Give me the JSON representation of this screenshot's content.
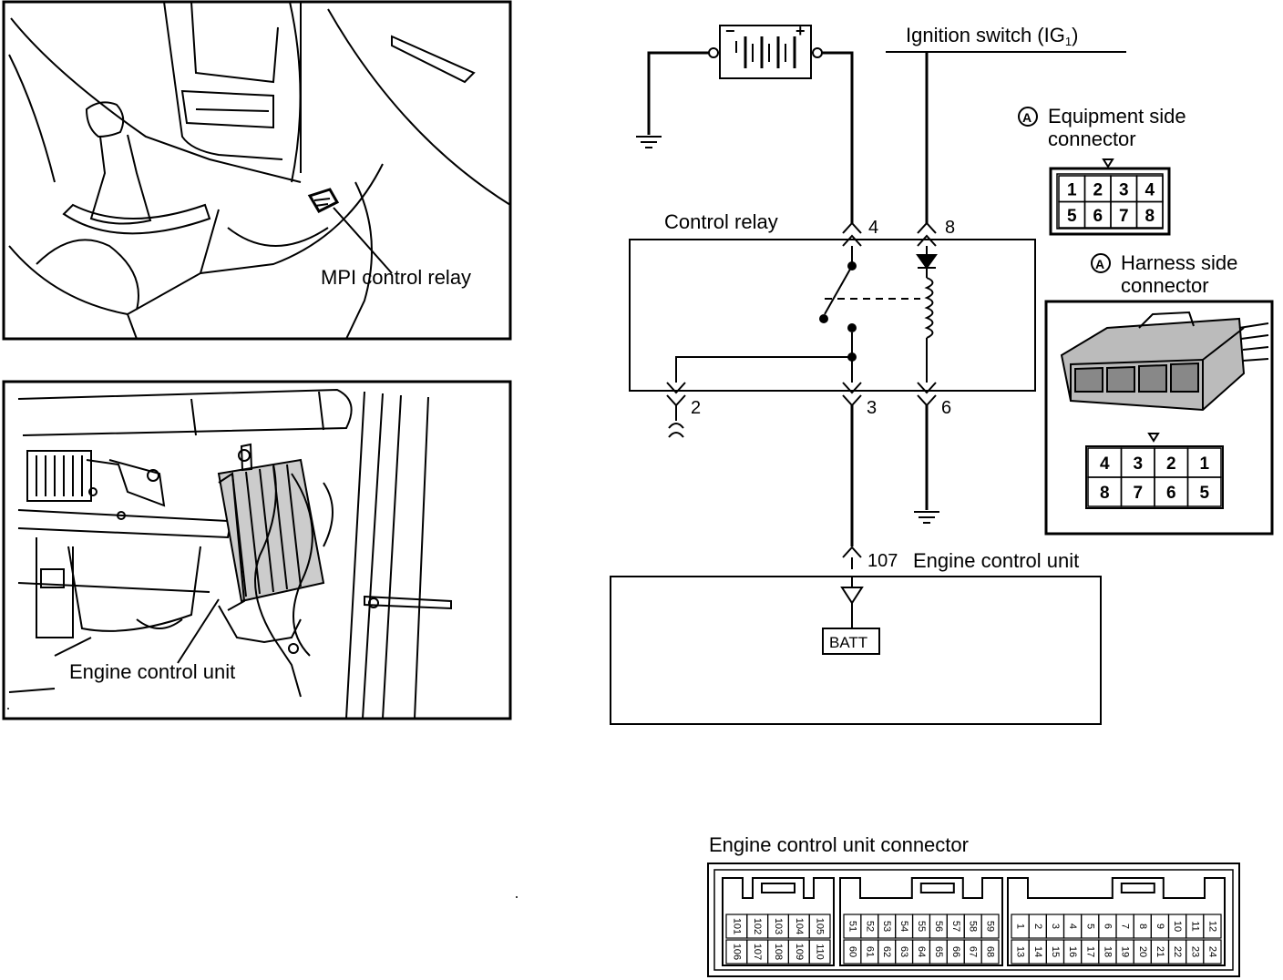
{
  "location_views": {
    "relay_view": {
      "label": "MPI control relay"
    },
    "ecu_view": {
      "label": "Engine control unit"
    }
  },
  "circuit": {
    "battery": {
      "minus": "−",
      "plus": "+"
    },
    "ignition_label": "Ignition switch (IG",
    "ignition_sub": "1",
    "ignition_close": ")",
    "relay_label": "Control relay",
    "pins": {
      "p4": "4",
      "p8": "8",
      "p2": "2",
      "p3": "3",
      "p6": "6"
    },
    "ecu_pin": "107",
    "ecu_label": "Engine control unit",
    "batt_label": "BATT"
  },
  "equipment_connector": {
    "marker": "A",
    "title_line1": "Equipment side",
    "title_line2": "connector",
    "row1": [
      "1",
      "2",
      "3",
      "4"
    ],
    "row2": [
      "5",
      "6",
      "7",
      "8"
    ]
  },
  "harness_connector": {
    "marker": "A",
    "title_line1": "Harness side",
    "title_line2": "connector",
    "row1": [
      "4",
      "3",
      "2",
      "1"
    ],
    "row2": [
      "8",
      "7",
      "6",
      "5"
    ]
  },
  "ecu_connector": {
    "title": "Engine control unit connector",
    "block1": {
      "top": [
        "101",
        "102",
        "103",
        "104",
        "105"
      ],
      "bottom": [
        "106",
        "107",
        "108",
        "109",
        "110"
      ]
    },
    "block2": {
      "top": [
        "51",
        "52",
        "53",
        "54",
        "55",
        "56",
        "57",
        "58",
        "59"
      ],
      "bottom": [
        "60",
        "61",
        "62",
        "63",
        "64",
        "65",
        "66",
        "67",
        "68"
      ]
    },
    "block3": {
      "top": [
        "1",
        "2",
        "3",
        "4",
        "5",
        "6",
        "7",
        "8",
        "9",
        "10",
        "11",
        "12"
      ],
      "bottom": [
        "13",
        "14",
        "15",
        "16",
        "17",
        "18",
        "19",
        "20",
        "21",
        "22",
        "23",
        "24"
      ]
    }
  }
}
